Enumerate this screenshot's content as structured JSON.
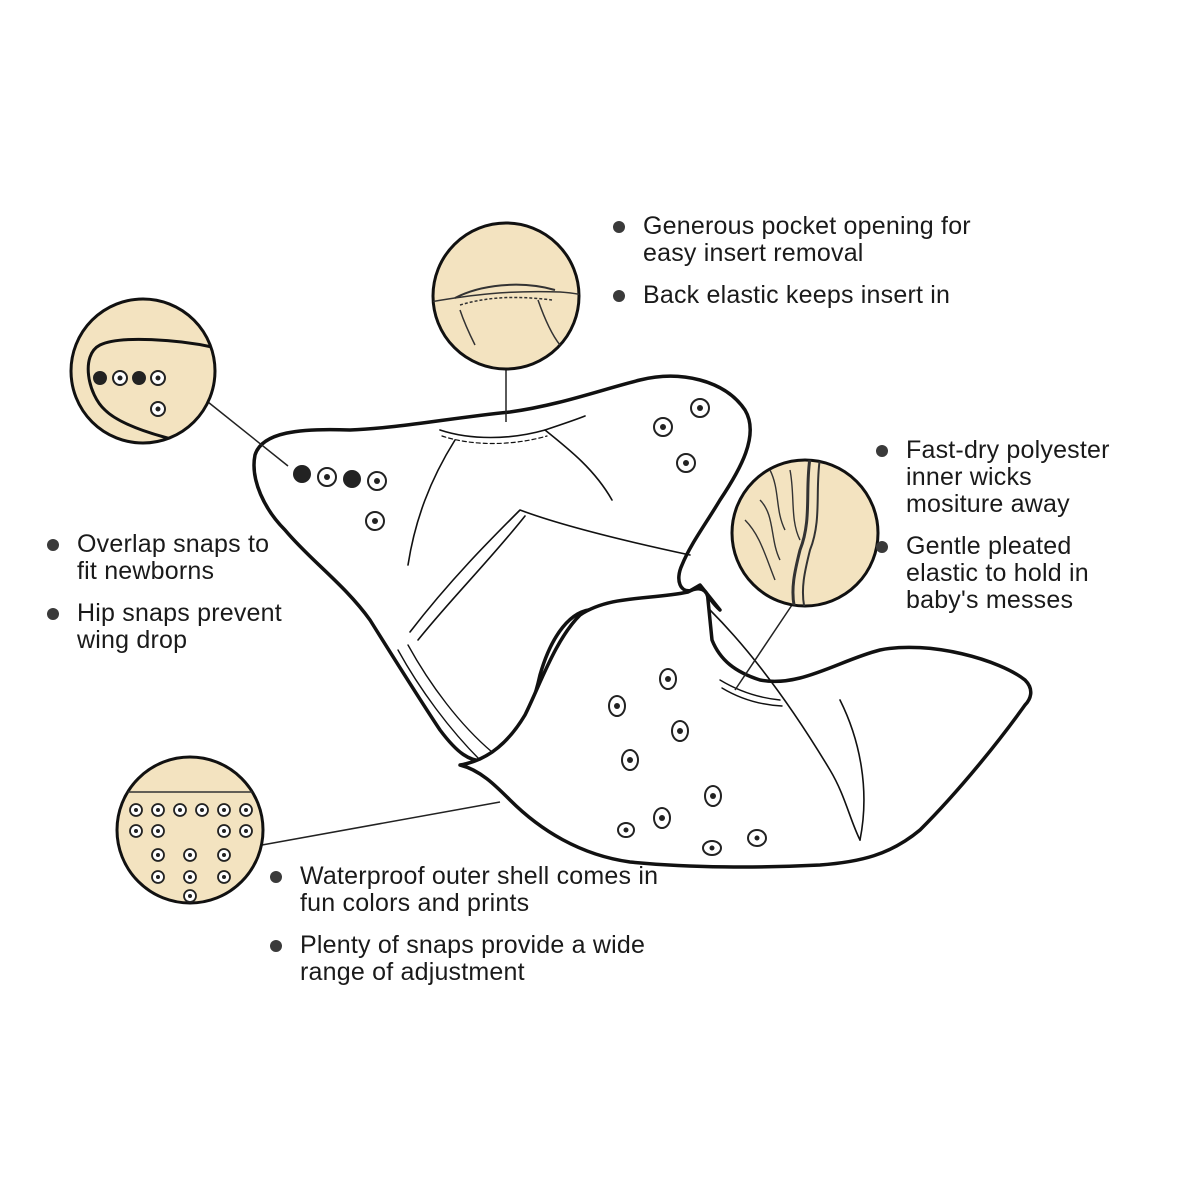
{
  "features": {
    "pocket": {
      "items": [
        {
          "text": "Generous pocket opening for\neasy insert removal"
        },
        {
          "text": "Back elastic keeps insert in"
        }
      ]
    },
    "inner": {
      "items": [
        {
          "text": "Fast-dry polyester\ninner wicks\nmositure away"
        },
        {
          "text": "Gentle pleated\nelastic to hold in\nbaby's messes"
        }
      ]
    },
    "snaps": {
      "items": [
        {
          "text": "Overlap snaps to\nfit newborns"
        },
        {
          "text": "Hip snaps prevent\nwing drop"
        }
      ]
    },
    "shell": {
      "items": [
        {
          "text": "Waterproof outer shell comes in\nfun colors and prints"
        },
        {
          "text": "Plenty of snaps provide a wide\nrange of adjustment"
        }
      ]
    }
  },
  "colors": {
    "callout_fill": "#f3e3c0",
    "outline": "#111111",
    "bullet": "#3a3a3a"
  },
  "icons": {
    "bullet": "filled-circle",
    "snap": "concentric-circle"
  }
}
